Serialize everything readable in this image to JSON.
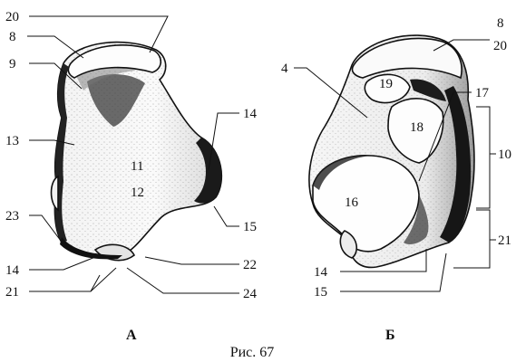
{
  "figure": {
    "caption": "Рис. 67",
    "panels": {
      "A": {
        "letter": "А",
        "labels": {
          "l20": "20",
          "l8": "8",
          "l9": "9",
          "l13": "13",
          "l14r": "14",
          "l11": "11",
          "l12": "12",
          "l15": "15",
          "l23": "23",
          "l22": "22",
          "l14b": "14",
          "l21": "21",
          "l24": "24"
        }
      },
      "B": {
        "letter": "Б",
        "labels": {
          "l8": "8",
          "l20": "20",
          "l4": "4",
          "l19": "19",
          "l17": "17",
          "l18": "18",
          "l10": "10",
          "l16": "16",
          "l21": "21",
          "l14": "14",
          "l15": "15"
        }
      }
    }
  }
}
